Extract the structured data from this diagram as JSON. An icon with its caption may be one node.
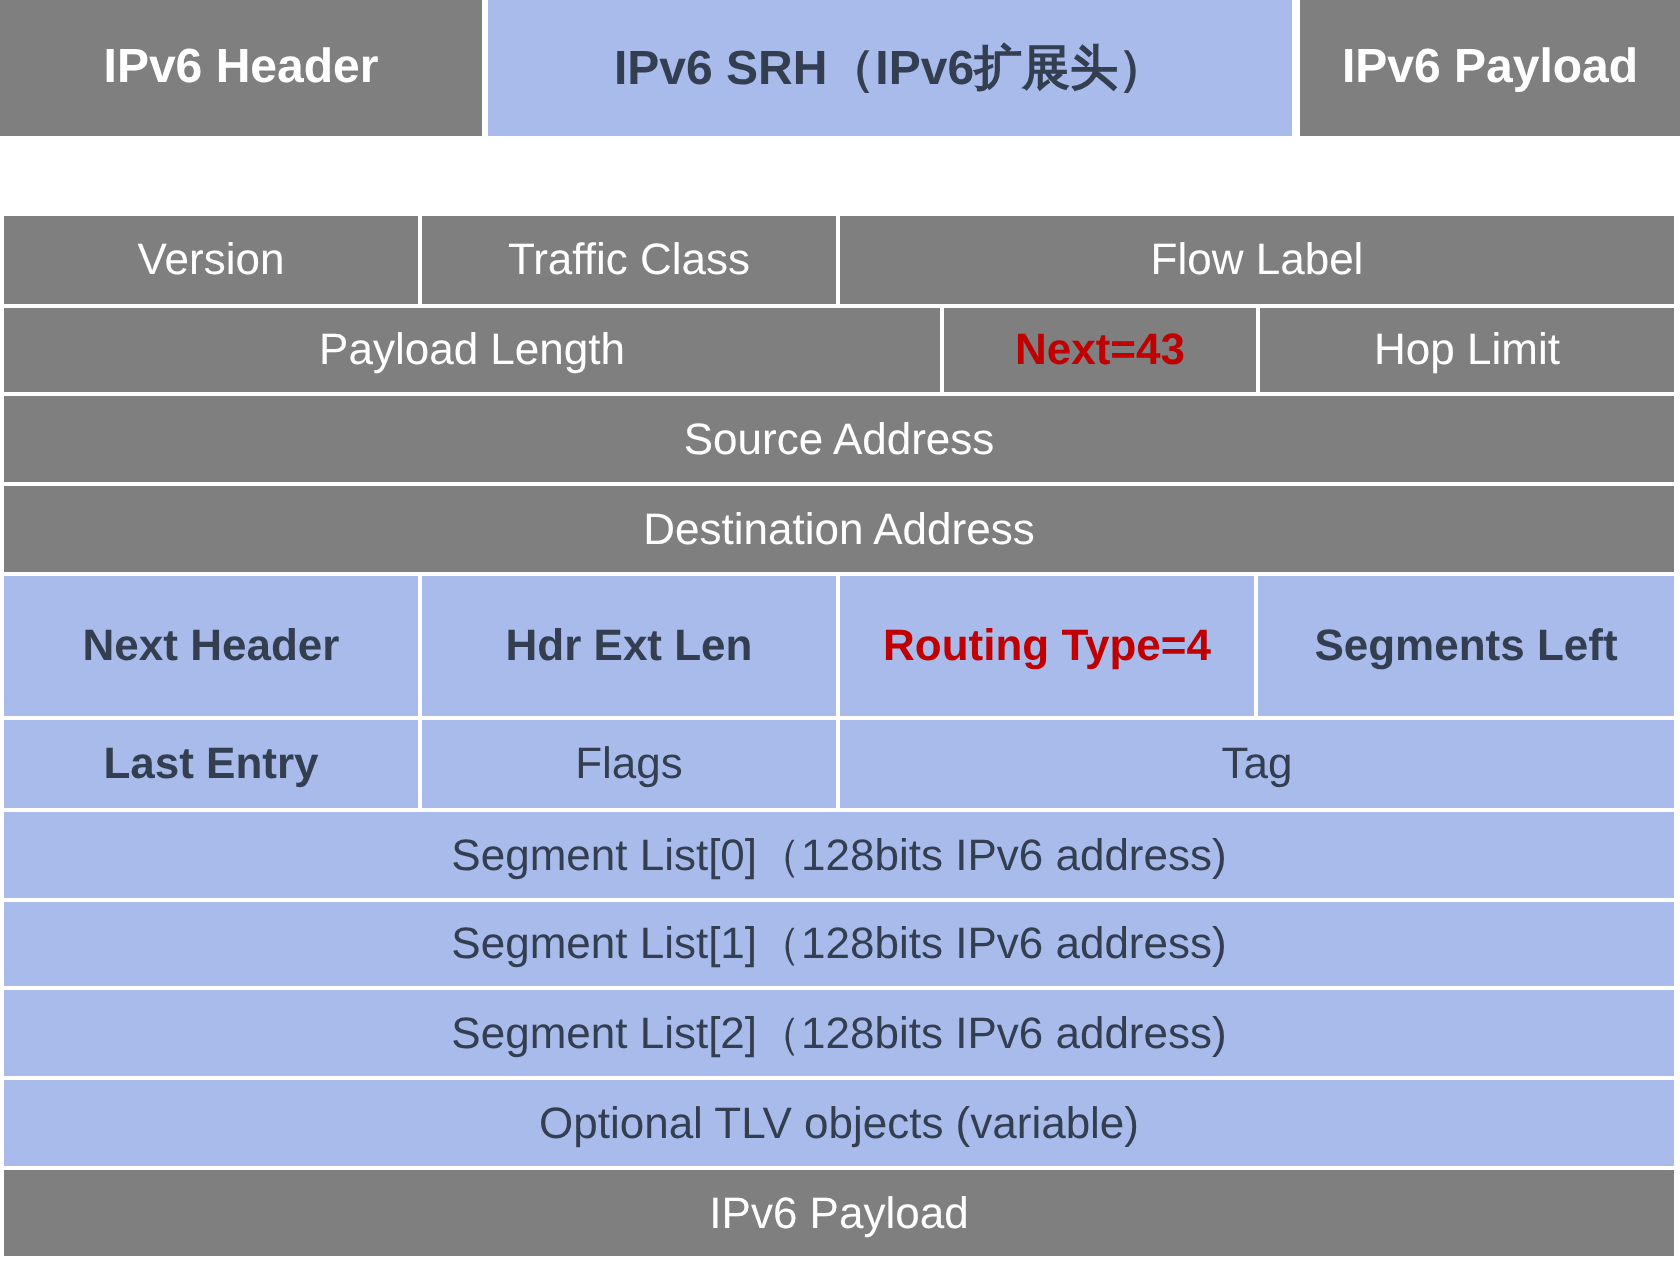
{
  "diagram": {
    "nodes": [
      {
        "text": [
          "IPv6 Header"
        ]
      },
      {
        "text": [
          "IPv6 SRH（IPv6扩展头）"
        ]
      },
      {
        "text": [
          "IPv6 Payload"
        ]
      },
      {
        "text": [
          "Version"
        ]
      },
      {
        "text": [
          "Traffic Class"
        ]
      },
      {
        "text": [
          "Flow Label"
        ]
      },
      {
        "text": [
          "Payload Length"
        ]
      },
      {
        "text": [
          "Next=43"
        ]
      },
      {
        "text": [
          "Hop Limit"
        ]
      },
      {
        "text": [
          "Source Address"
        ]
      },
      {
        "text": [
          "Destination Address"
        ]
      },
      {
        "text": [
          "Next Header"
        ]
      },
      {
        "text": [
          "Hdr Ext Len"
        ]
      },
      {
        "text": [
          "Routing Type=4"
        ]
      },
      {
        "text": [
          "Segments Left"
        ]
      },
      {
        "text": [
          "Last Entry"
        ]
      },
      {
        "text": [
          "Flags"
        ]
      },
      {
        "text": [
          "Tag"
        ]
      },
      {
        "text": [
          "Segment List[0]（128bits IPv6 address)"
        ]
      },
      {
        "text": [
          "Segment List[1]（128bits IPv6 address)"
        ]
      },
      {
        "text": [
          "Segment List[2]（128bits IPv6 address)"
        ]
      },
      {
        "text": [
          "Optional TLV objects (variable)"
        ]
      },
      {
        "text": [
          "IPv6 Payload"
        ]
      }
    ]
  }
}
